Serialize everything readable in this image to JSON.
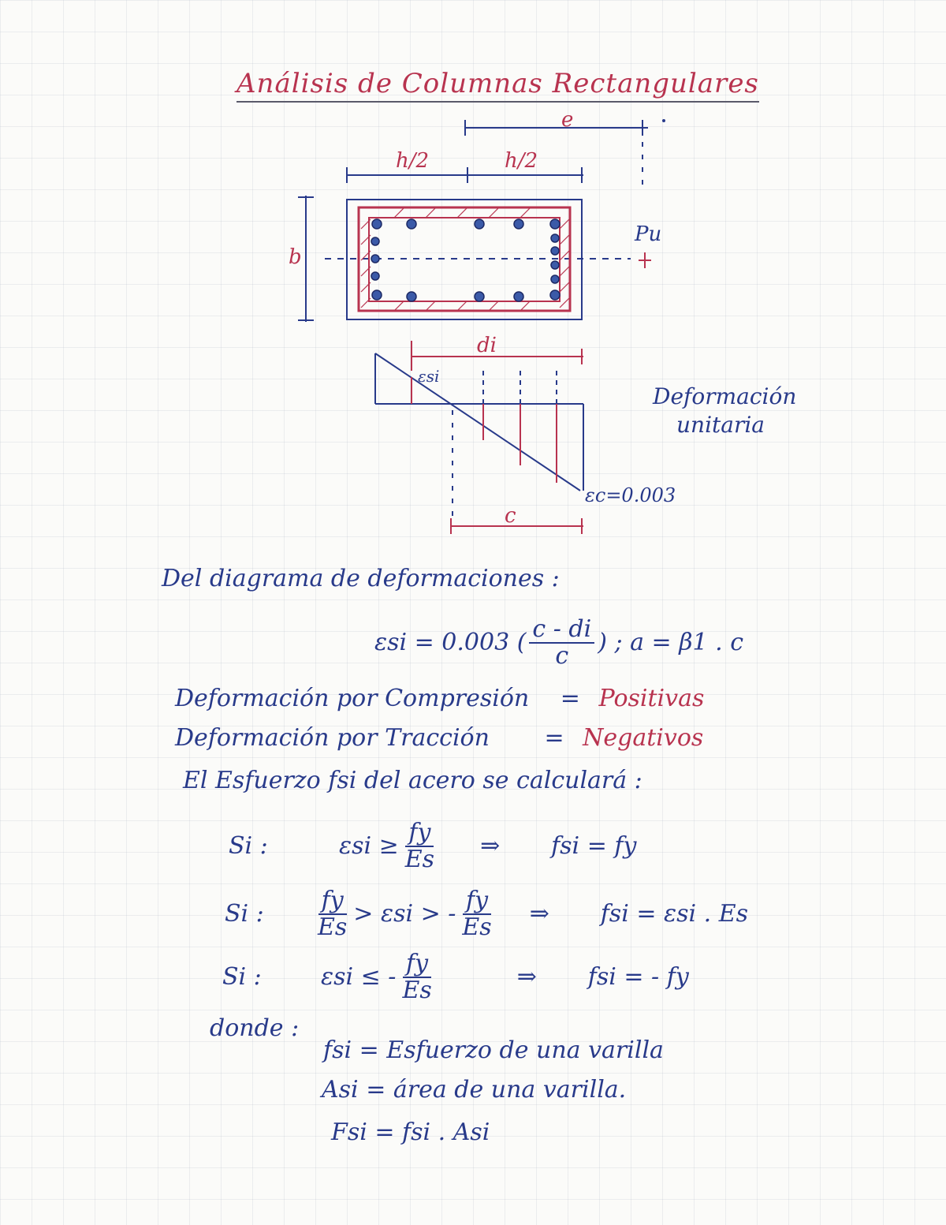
{
  "title": "Análisis de Columnas Rectangulares",
  "diagram": {
    "label_e": "e",
    "label_h2_left": "h/2",
    "label_h2_right": "h/2",
    "label_b": "b",
    "label_pu": "Pu",
    "label_di": "di",
    "label_esi": "εsi",
    "label_ec": "εc=0.003",
    "label_c": "c",
    "label_deformacion": "Deformación",
    "label_unitaria": "unitaria"
  },
  "text": {
    "del_diagrama": "Del diagrama de deformaciones :",
    "eq_esi_lhs": "εsi = 0.003 (",
    "eq_esi_num": "c - di",
    "eq_esi_den": "c",
    "eq_esi_rhs": ")  ;   a = β1 . c",
    "comp_label": "Deformación por Compresión",
    "comp_eq": "=",
    "comp_val": "Positivas",
    "trac_label": "Deformación por Tracción",
    "trac_eq": "=",
    "trac_val": "Negativos",
    "esfuerzo": "El Esfuerzo fsi del acero se calculará :",
    "c1_si": "Si :",
    "c1_cond": "εsi ≥",
    "c1_num": "fy",
    "c1_den": "Es",
    "c1_arrow": "⇒",
    "c1_res": "fsi = fy",
    "c2_si": "Si :",
    "c2_num1": "fy",
    "c2_den1": "Es",
    "c2_mid": "> εsi > -",
    "c2_num2": "fy",
    "c2_den2": "Es",
    "c2_arrow": "⇒",
    "c2_res": "fsi = εsi . Es",
    "c3_si": "Si :",
    "c3_cond": "εsi ≤ -",
    "c3_num": "fy",
    "c3_den": "Es",
    "c3_arrow": "⇒",
    "c3_res": "fsi = - fy",
    "donde": "donde :",
    "def1": "fsi = Esfuerzo de una varilla",
    "def2": "Asi = área de una varilla.",
    "def3": "Fsi = fsi . Asi"
  }
}
